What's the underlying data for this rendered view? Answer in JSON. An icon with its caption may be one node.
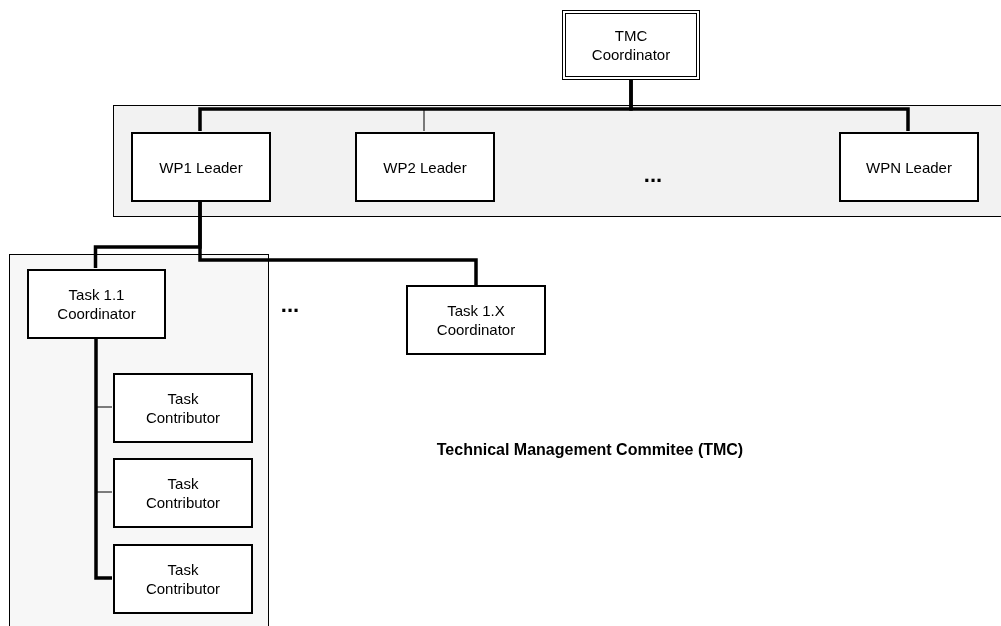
{
  "diagram": {
    "nodes": [
      {
        "text": [
          "TMC Coordinator"
        ]
      },
      {
        "text": [],
        "shape": "box"
      },
      {
        "text": [
          "WP1 Leader"
        ],
        "in": 1
      },
      {
        "text": [
          "WP2 Leader"
        ],
        "in": 1
      },
      {
        "text": [
          "WPN Leader"
        ],
        "in": 1
      },
      {
        "text": [],
        "shape": "box"
      },
      {
        "text": [
          "Task 1.1 Coordinator"
        ],
        "in": 5
      },
      {
        "text": [
          "Task Contributor"
        ],
        "in": 5
      },
      {
        "text": [
          "Task Contributor"
        ],
        "in": 5
      },
      {
        "text": [
          "Task Contributor"
        ],
        "in": 5
      },
      {
        "text": [
          "Task 1.X Coordinator"
        ]
      }
    ],
    "edges": [
      {
        "from": 0,
        "to": 2,
        "arrow": "none"
      },
      {
        "from": 0,
        "to": 3,
        "arrow": "none"
      },
      {
        "from": 0,
        "to": 4,
        "arrow": "none"
      },
      {
        "from": 2,
        "to": 6,
        "arrow": "none"
      },
      {
        "from": 2,
        "to": 10,
        "arrow": "none"
      },
      {
        "from": 6,
        "to": 7,
        "arrow": "none"
      },
      {
        "from": 6,
        "to": 8,
        "arrow": "none"
      },
      {
        "from": 6,
        "to": 9,
        "arrow": "none"
      }
    ],
    "labels": [
      "...",
      "...",
      "Technical Management Commitee (TMC)"
    ]
  }
}
